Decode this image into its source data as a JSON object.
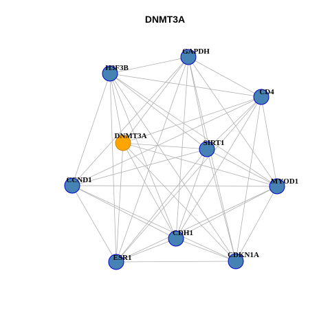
{
  "title": "DNMT3A",
  "colors": {
    "node_fill": "#4682B4",
    "node_stroke": "#0000CD",
    "highlight_fill": "#FFA500",
    "highlight_stroke": "#CD8500",
    "edge": "#B0B0B0"
  },
  "network": {
    "nodes": [
      {
        "id": "GAPDH",
        "label": "GAPDH",
        "highlight": false
      },
      {
        "id": "H3F3B",
        "label": "H3F3B",
        "highlight": false
      },
      {
        "id": "CD4",
        "label": "CD4",
        "highlight": false
      },
      {
        "id": "DNMT3A",
        "label": "DNMT3A",
        "highlight": true
      },
      {
        "id": "SIRT1",
        "label": "SIRT1",
        "highlight": false
      },
      {
        "id": "CCND1",
        "label": "CCND1",
        "highlight": false
      },
      {
        "id": "MYOD1",
        "label": "MYOD1",
        "highlight": false
      },
      {
        "id": "CDH1",
        "label": "CDH1",
        "highlight": false
      },
      {
        "id": "ESR1",
        "label": "ESR1",
        "highlight": false
      },
      {
        "id": "CDKN1A",
        "label": "CDKN1A",
        "highlight": false
      }
    ],
    "edges": [
      [
        "GAPDH",
        "H3F3B"
      ],
      [
        "GAPDH",
        "CD4"
      ],
      [
        "GAPDH",
        "DNMT3A"
      ],
      [
        "GAPDH",
        "SIRT1"
      ],
      [
        "GAPDH",
        "MYOD1"
      ],
      [
        "GAPDH",
        "CDH1"
      ],
      [
        "GAPDH",
        "ESR1"
      ],
      [
        "GAPDH",
        "CDKN1A"
      ],
      [
        "GAPDH",
        "CCND1"
      ],
      [
        "H3F3B",
        "CD4"
      ],
      [
        "H3F3B",
        "SIRT1"
      ],
      [
        "H3F3B",
        "MYOD1"
      ],
      [
        "H3F3B",
        "CDH1"
      ],
      [
        "H3F3B",
        "ESR1"
      ],
      [
        "H3F3B",
        "CDKN1A"
      ],
      [
        "H3F3B",
        "CCND1"
      ],
      [
        "H3F3B",
        "DNMT3A"
      ],
      [
        "CD4",
        "DNMT3A"
      ],
      [
        "CD4",
        "SIRT1"
      ],
      [
        "CD4",
        "CCND1"
      ],
      [
        "CD4",
        "MYOD1"
      ],
      [
        "CD4",
        "CDH1"
      ],
      [
        "CD4",
        "ESR1"
      ],
      [
        "CD4",
        "CDKN1A"
      ],
      [
        "DNMT3A",
        "SIRT1"
      ],
      [
        "DNMT3A",
        "CDH1"
      ],
      [
        "DNMT3A",
        "ESR1"
      ],
      [
        "DNMT3A",
        "CDKN1A"
      ],
      [
        "DNMT3A",
        "MYOD1"
      ],
      [
        "SIRT1",
        "CCND1"
      ],
      [
        "SIRT1",
        "MYOD1"
      ],
      [
        "SIRT1",
        "CDH1"
      ],
      [
        "SIRT1",
        "ESR1"
      ],
      [
        "SIRT1",
        "CDKN1A"
      ],
      [
        "CCND1",
        "MYOD1"
      ],
      [
        "CCND1",
        "CDH1"
      ],
      [
        "CCND1",
        "ESR1"
      ],
      [
        "CCND1",
        "CDKN1A"
      ],
      [
        "MYOD1",
        "CDH1"
      ],
      [
        "MYOD1",
        "ESR1"
      ],
      [
        "MYOD1",
        "CDKN1A"
      ],
      [
        "CDH1",
        "ESR1"
      ],
      [
        "CDH1",
        "CDKN1A"
      ],
      [
        "ESR1",
        "CDKN1A"
      ]
    ]
  }
}
